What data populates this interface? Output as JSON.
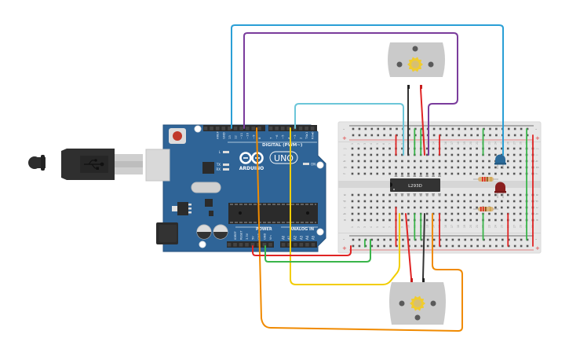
{
  "circuit": {
    "title": "Arduino L293D dual DC motor circuit",
    "arduino": {
      "brand_label": "ARDUINO",
      "model_label": "UNO",
      "digital_header_label": "DIGITAL (PWM~)",
      "on_label": "ON",
      "led_labels": [
        "L",
        "TX",
        "RX"
      ],
      "digital_pins": [
        "AREF",
        "GND",
        "13",
        "12",
        "~11",
        "~10",
        "~9",
        "8",
        "7",
        "~6",
        "~5",
        "4",
        "~3",
        "2",
        "TX▸1",
        "RX◂0"
      ],
      "power_header_label": "POWER",
      "analog_header_label": "ANALOG IN",
      "power_pins": [
        "IOREF",
        "RESET",
        "3.3V",
        "5V",
        "GND",
        "GND",
        "Vin"
      ],
      "analog_pins": [
        "A0",
        "A1",
        "A2",
        "A3",
        "A4",
        "A5"
      ],
      "colors": {
        "board": "#2f6497",
        "board_edge": "#24507c",
        "header": "#2b2b2b",
        "reset": "#c0392b"
      }
    },
    "usb_cable": {
      "icon": "usb-icon"
    },
    "breadboard": {
      "row_labels_top": [
        "j",
        "i",
        "h",
        "g",
        "f"
      ],
      "row_labels_bottom": [
        "e",
        "d",
        "c",
        "b",
        "a"
      ],
      "column_count": 30,
      "rail_plus": "+",
      "rail_minus": "-"
    },
    "chip": {
      "label": "L293D"
    },
    "motors": [
      {
        "name": "motor-top"
      },
      {
        "name": "motor-bottom"
      }
    ],
    "leds": [
      {
        "color": "#2b6a99",
        "name": "blue-led"
      },
      {
        "color": "#8b1f1f",
        "name": "red-led"
      }
    ],
    "resistors": [
      {
        "name": "resistor-top"
      },
      {
        "name": "resistor-bottom"
      }
    ],
    "wire_colors": {
      "blue": "#2a9fd6",
      "purple": "#7a3c9c",
      "cyan": "#6cc6d9",
      "yellow": "#f2cd00",
      "orange": "#f08a00",
      "red": "#e02424",
      "green": "#3ab54a",
      "black": "#333333"
    }
  }
}
